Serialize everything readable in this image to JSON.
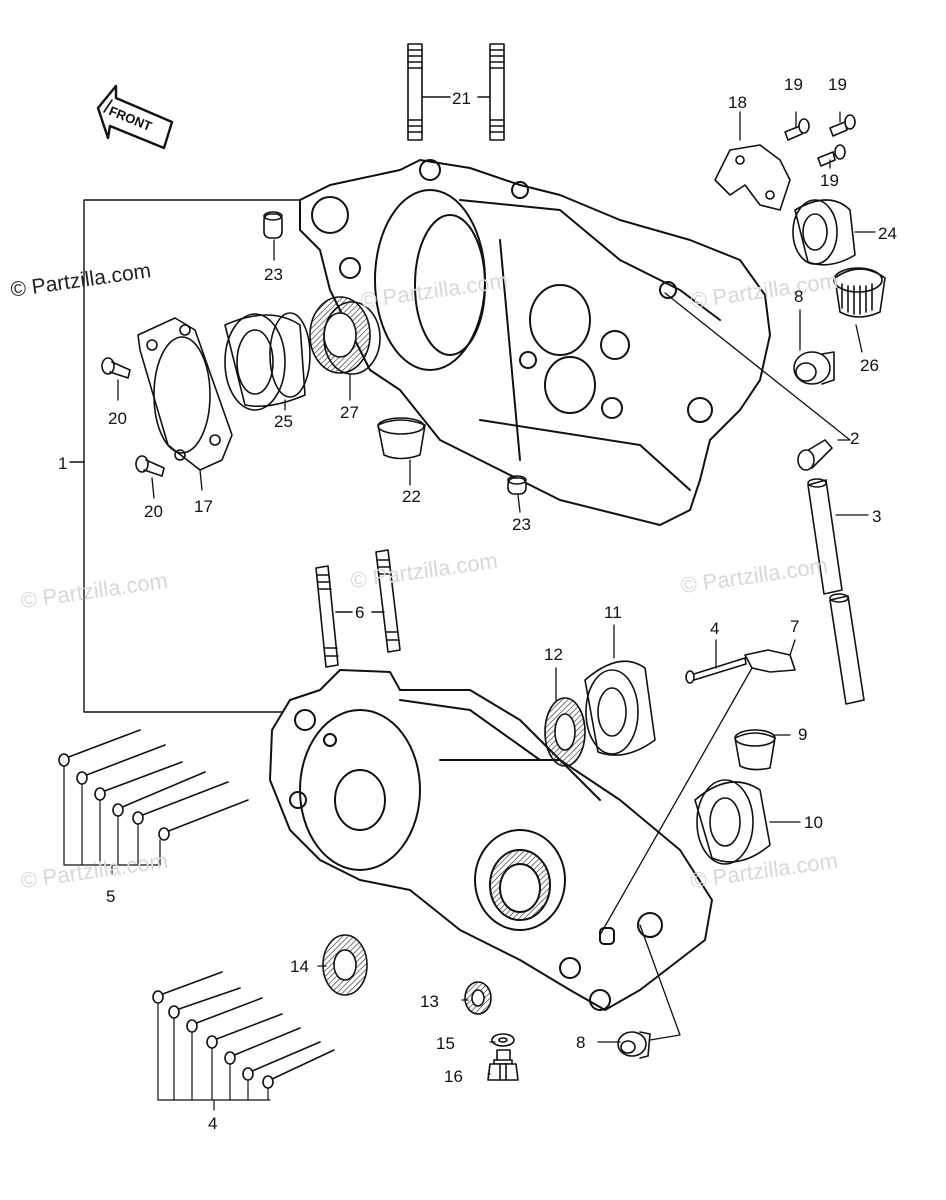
{
  "diagram": {
    "copyright": "© Partzilla.com",
    "watermark": "© Partzilla.com",
    "front_label": "FRONT",
    "callouts": {
      "c1": "1",
      "c2": "2",
      "c3": "3",
      "c4a": "4",
      "c4b": "4",
      "c5": "5",
      "c6": "6",
      "c7": "7",
      "c8a": "8",
      "c8b": "8",
      "c9": "9",
      "c10": "10",
      "c11": "11",
      "c12": "12",
      "c13": "13",
      "c14": "14",
      "c15": "15",
      "c16": "16",
      "c17": "17",
      "c18": "18",
      "c19a": "19",
      "c19b": "19",
      "c19c": "19",
      "c20a": "20",
      "c20b": "20",
      "c21": "21",
      "c22": "22",
      "c23a": "23",
      "c23b": "23",
      "c24": "24",
      "c25": "25",
      "c26": "26",
      "c27": "27"
    }
  }
}
